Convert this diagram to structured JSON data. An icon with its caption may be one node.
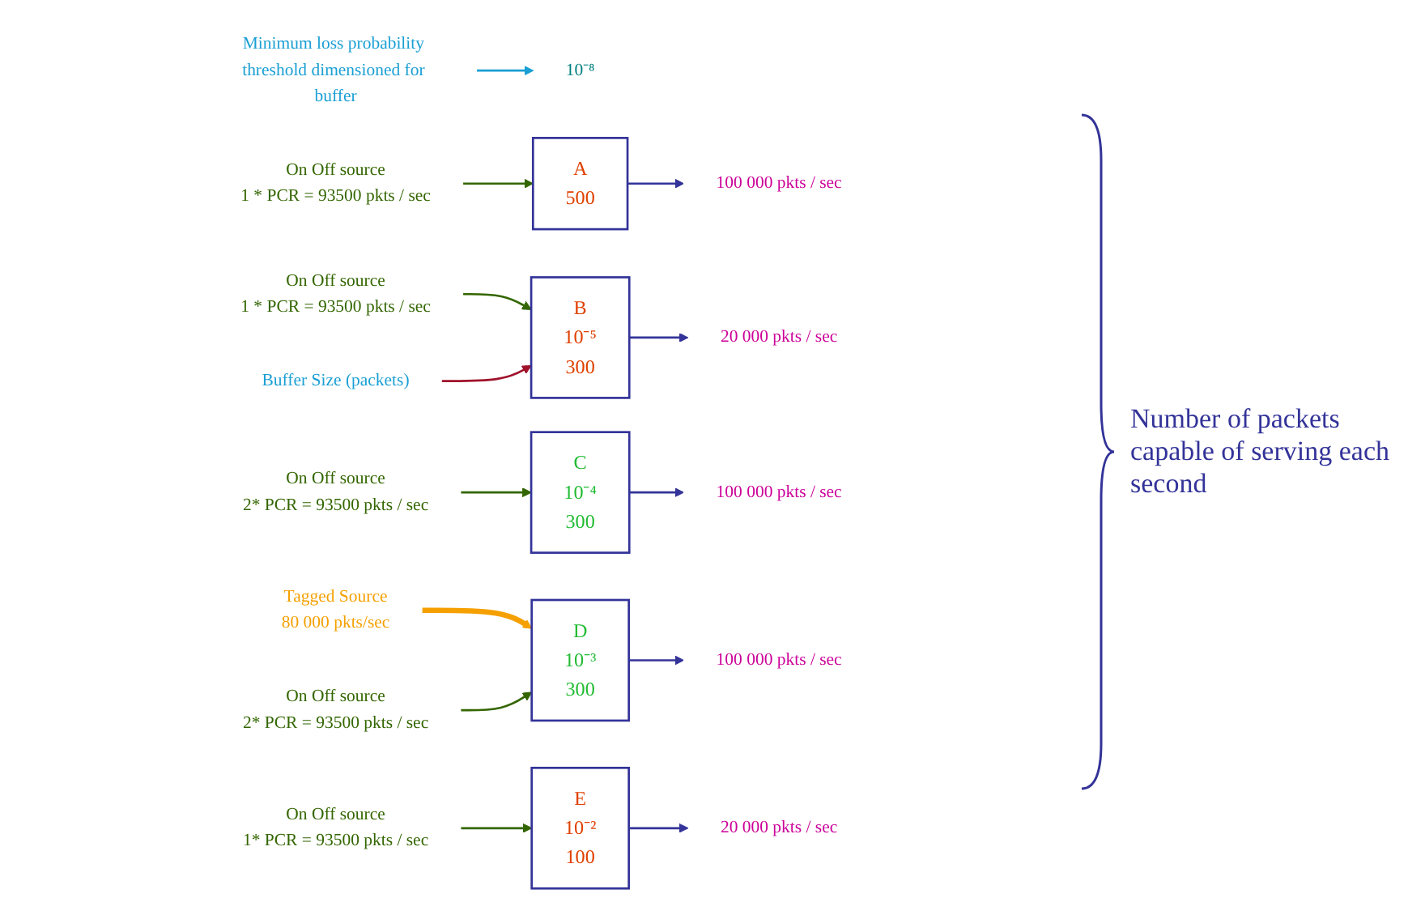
{
  "diagram": {
    "nodes": [
      {
        "text": [
          "Minimum loss probability threshold dimensioned for buffer"
        ]
      },
      {
        "text": [
          "10⁻⁸"
        ]
      },
      {
        "text": [
          "On Off source",
          "1 * PCR = 93500 pkts / sec"
        ]
      },
      {
        "text": [
          "A",
          "500"
        ]
      },
      {
        "text": [
          "100 000 pkts / sec"
        ]
      },
      {
        "text": [
          "On Off source",
          "1 * PCR = 93500 pkts / sec"
        ]
      },
      {
        "text": [
          "B",
          "10⁻⁵",
          "300"
        ]
      },
      {
        "text": [
          "20 000 pkts / sec"
        ]
      },
      {
        "text": [
          "Buffer Size (packets)"
        ]
      },
      {
        "text": [
          "On Off source",
          "2* PCR = 93500 pkts / sec"
        ]
      },
      {
        "text": [
          "C",
          "10⁻⁴",
          "300"
        ]
      },
      {
        "text": [
          "100 000 pkts / sec"
        ]
      },
      {
        "text": [
          "Tagged Source",
          "80 000 pkts/sec"
        ]
      },
      {
        "text": [
          "On Off source",
          "2* PCR = 93500 pkts / sec"
        ]
      },
      {
        "text": [
          "D",
          "10⁻³",
          "300"
        ]
      },
      {
        "text": [
          "100 000 pkts / sec"
        ]
      },
      {
        "text": [
          "On Off source",
          "1* PCR = 93500 pkts / sec"
        ]
      },
      {
        "text": [
          "E",
          "10⁻²",
          "100"
        ]
      },
      {
        "text": [
          "20 000 pkts / sec"
        ]
      }
    ],
    "edges": [
      {
        "from": 0,
        "to": 1,
        "arrow": "to",
        "color": "#1a9fd4"
      },
      {
        "from": 2,
        "to": 3,
        "arrow": "to"
      },
      {
        "from": 3,
        "to": 4,
        "arrow": "to",
        "color": "#333399"
      },
      {
        "from": 5,
        "to": 6,
        "arrow": "to"
      },
      {
        "from": 6,
        "to": 7,
        "arrow": "to",
        "color": "#333399"
      },
      {
        "from": 8,
        "to": 6,
        "arrow": "to",
        "color": "#a0102a"
      },
      {
        "from": 9,
        "to": 10,
        "arrow": "to"
      },
      {
        "from": 10,
        "to": 11,
        "arrow": "to",
        "color": "#333399"
      },
      {
        "from": 12,
        "to": 14,
        "arrow": "to",
        "style": "thick",
        "color": "#f5a000"
      },
      {
        "from": 13,
        "to": 14,
        "arrow": "to"
      },
      {
        "from": 14,
        "to": 15,
        "arrow": "to",
        "color": "#333399"
      },
      {
        "from": 16,
        "to": 17,
        "arrow": "to"
      },
      {
        "from": 17,
        "to": 18,
        "arrow": "to",
        "color": "#333399"
      }
    ],
    "labels": [
      "Number of packets capable of serving each second"
    ]
  }
}
